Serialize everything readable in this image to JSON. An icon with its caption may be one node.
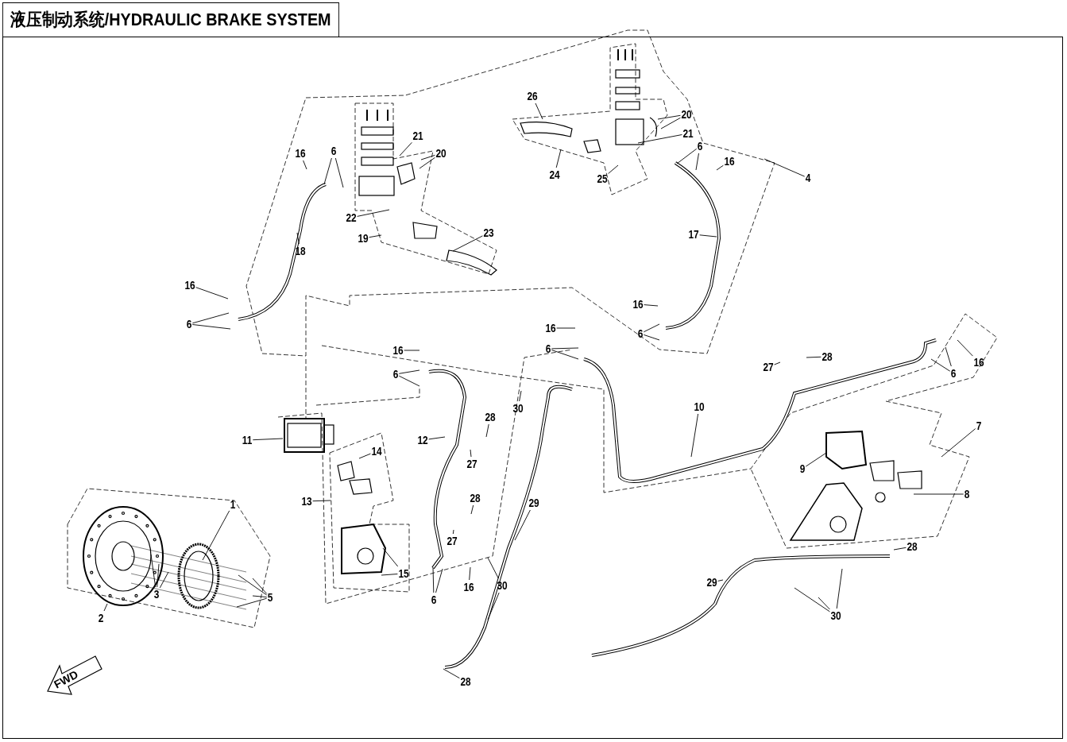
{
  "diagram": {
    "title": "液压制动系统/HYDRAULIC BRAKE SYSTEM",
    "nodes": [
      {
        "text": [
          "16"
        ]
      },
      {
        "text": [
          "6"
        ]
      },
      {
        "text": [
          "21"
        ]
      },
      {
        "text": [
          "20"
        ]
      },
      {
        "text": [
          "22"
        ]
      },
      {
        "text": [
          "19"
        ]
      },
      {
        "text": [
          "23"
        ]
      },
      {
        "text": [
          "18"
        ]
      },
      {
        "text": [
          "16"
        ]
      },
      {
        "text": [
          "6"
        ]
      },
      {
        "text": [
          "26"
        ]
      },
      {
        "text": [
          "24"
        ]
      },
      {
        "text": [
          "25"
        ]
      },
      {
        "text": [
          "20"
        ]
      },
      {
        "text": [
          "21"
        ]
      },
      {
        "text": [
          "6"
        ]
      },
      {
        "text": [
          "16"
        ]
      },
      {
        "text": [
          "4"
        ]
      },
      {
        "text": [
          "17"
        ]
      },
      {
        "text": [
          "16"
        ]
      },
      {
        "text": [
          "6"
        ]
      },
      {
        "text": [
          "16"
        ]
      },
      {
        "text": [
          "6"
        ]
      },
      {
        "text": [
          "16"
        ]
      },
      {
        "text": [
          "6"
        ]
      },
      {
        "text": [
          "27"
        ]
      },
      {
        "text": [
          "28"
        ]
      },
      {
        "text": [
          "16"
        ]
      },
      {
        "text": [
          "6"
        ]
      },
      {
        "text": [
          "30"
        ]
      },
      {
        "text": [
          "10"
        ]
      },
      {
        "text": [
          "28"
        ]
      },
      {
        "text": [
          "7"
        ]
      },
      {
        "text": [
          "11"
        ]
      },
      {
        "text": [
          "12"
        ]
      },
      {
        "text": [
          "27"
        ]
      },
      {
        "text": [
          "14"
        ]
      },
      {
        "text": [
          "9"
        ]
      },
      {
        "text": [
          "8"
        ]
      },
      {
        "text": [
          "13"
        ]
      },
      {
        "text": [
          "28"
        ]
      },
      {
        "text": [
          "29"
        ]
      },
      {
        "text": [
          "1"
        ]
      },
      {
        "text": [
          "27"
        ]
      },
      {
        "text": [
          "28"
        ]
      },
      {
        "text": [
          "15"
        ]
      },
      {
        "text": [
          "30"
        ]
      },
      {
        "text": [
          "16"
        ]
      },
      {
        "text": [
          "3"
        ]
      },
      {
        "text": [
          "5"
        ]
      },
      {
        "text": [
          "6"
        ]
      },
      {
        "text": [
          "30"
        ]
      },
      {
        "text": [
          "29"
        ]
      },
      {
        "text": [
          "2"
        ]
      },
      {
        "text": [
          "28"
        ]
      }
    ],
    "edges": [
      {
        "from": 0,
        "to": null,
        "arrow": "none"
      },
      {
        "from": 1,
        "to": null,
        "arrow": "none"
      },
      {
        "from": 1,
        "to": null,
        "arrow": "none"
      },
      {
        "from": 2,
        "to": null,
        "arrow": "none"
      },
      {
        "from": 3,
        "to": null,
        "arrow": "none"
      },
      {
        "from": 3,
        "to": null,
        "arrow": "none"
      },
      {
        "from": 4,
        "to": null,
        "arrow": "none"
      },
      {
        "from": 5,
        "to": null,
        "arrow": "none"
      },
      {
        "from": 6,
        "to": null,
        "arrow": "none"
      },
      {
        "from": 7,
        "to": null,
        "arrow": "none"
      },
      {
        "from": 8,
        "to": null,
        "arrow": "none"
      },
      {
        "from": 9,
        "to": null,
        "arrow": "none"
      },
      {
        "from": 9,
        "to": null,
        "arrow": "none"
      },
      {
        "from": 10,
        "to": null,
        "arrow": "none"
      },
      {
        "from": 11,
        "to": null,
        "arrow": "none"
      },
      {
        "from": 12,
        "to": null,
        "arrow": "none"
      },
      {
        "from": 13,
        "to": null,
        "arrow": "none"
      },
      {
        "from": 13,
        "to": null,
        "arrow": "none"
      },
      {
        "from": 14,
        "to": null,
        "arrow": "none"
      },
      {
        "from": 15,
        "to": null,
        "arrow": "none"
      },
      {
        "from": 15,
        "to": null,
        "arrow": "none"
      },
      {
        "from": 16,
        "to": null,
        "arrow": "none"
      },
      {
        "from": 17,
        "to": null,
        "arrow": "none"
      },
      {
        "from": 18,
        "to": null,
        "arrow": "none"
      },
      {
        "from": 19,
        "to": null,
        "arrow": "none"
      },
      {
        "from": 20,
        "to": null,
        "arrow": "none"
      },
      {
        "from": 20,
        "to": null,
        "arrow": "none"
      },
      {
        "from": 21,
        "to": null,
        "arrow": "none"
      },
      {
        "from": 22,
        "to": null,
        "arrow": "none"
      },
      {
        "from": 22,
        "to": null,
        "arrow": "none"
      },
      {
        "from": 23,
        "to": null,
        "arrow": "none"
      },
      {
        "from": 24,
        "to": null,
        "arrow": "none"
      },
      {
        "from": 24,
        "to": null,
        "arrow": "none"
      },
      {
        "from": 25,
        "to": null,
        "arrow": "none"
      },
      {
        "from": 26,
        "to": null,
        "arrow": "none"
      },
      {
        "from": 27,
        "to": null,
        "arrow": "none"
      },
      {
        "from": 28,
        "to": null,
        "arrow": "none"
      },
      {
        "from": 28,
        "to": null,
        "arrow": "none"
      },
      {
        "from": 29,
        "to": null,
        "arrow": "none"
      },
      {
        "from": 30,
        "to": null,
        "arrow": "none"
      },
      {
        "from": 31,
        "to": null,
        "arrow": "none"
      },
      {
        "from": 32,
        "to": null,
        "arrow": "none"
      },
      {
        "from": 33,
        "to": null,
        "arrow": "none"
      },
      {
        "from": 34,
        "to": null,
        "arrow": "none"
      },
      {
        "from": 35,
        "to": null,
        "arrow": "none"
      },
      {
        "from": 36,
        "to": null,
        "arrow": "none"
      },
      {
        "from": 37,
        "to": null,
        "arrow": "none"
      },
      {
        "from": 38,
        "to": null,
        "arrow": "none"
      },
      {
        "from": 39,
        "to": null,
        "arrow": "none"
      },
      {
        "from": 40,
        "to": null,
        "arrow": "none"
      },
      {
        "from": 41,
        "to": null,
        "arrow": "none"
      },
      {
        "from": 42,
        "to": null,
        "arrow": "none"
      },
      {
        "from": 43,
        "to": null,
        "arrow": "none"
      },
      {
        "from": 44,
        "to": null,
        "arrow": "none"
      },
      {
        "from": 45,
        "to": null,
        "arrow": "none"
      },
      {
        "from": 45,
        "to": null,
        "arrow": "none"
      },
      {
        "from": 46,
        "to": null,
        "arrow": "none"
      },
      {
        "from": 46,
        "to": null,
        "arrow": "none"
      },
      {
        "from": 47,
        "to": null,
        "arrow": "none"
      },
      {
        "from": 48,
        "to": null,
        "arrow": "none"
      },
      {
        "from": 48,
        "to": null,
        "arrow": "none"
      },
      {
        "from": 48,
        "to": null,
        "arrow": "none"
      },
      {
        "from": 49,
        "to": null,
        "arrow": "none"
      },
      {
        "from": 49,
        "to": null,
        "arrow": "none"
      },
      {
        "from": 49,
        "to": null,
        "arrow": "none"
      },
      {
        "from": 49,
        "to": null,
        "arrow": "none"
      },
      {
        "from": 50,
        "to": null,
        "arrow": "none"
      },
      {
        "from": 50,
        "to": null,
        "arrow": "none"
      },
      {
        "from": 51,
        "to": null,
        "arrow": "none"
      },
      {
        "from": 51,
        "to": null,
        "arrow": "none"
      },
      {
        "from": 51,
        "to": null,
        "arrow": "none"
      },
      {
        "from": 52,
        "to": null,
        "arrow": "none"
      },
      {
        "from": 53,
        "to": null,
        "arrow": "none"
      },
      {
        "from": 54,
        "to": null,
        "arrow": "none"
      }
    ],
    "labels": [
      "FWD"
    ]
  }
}
